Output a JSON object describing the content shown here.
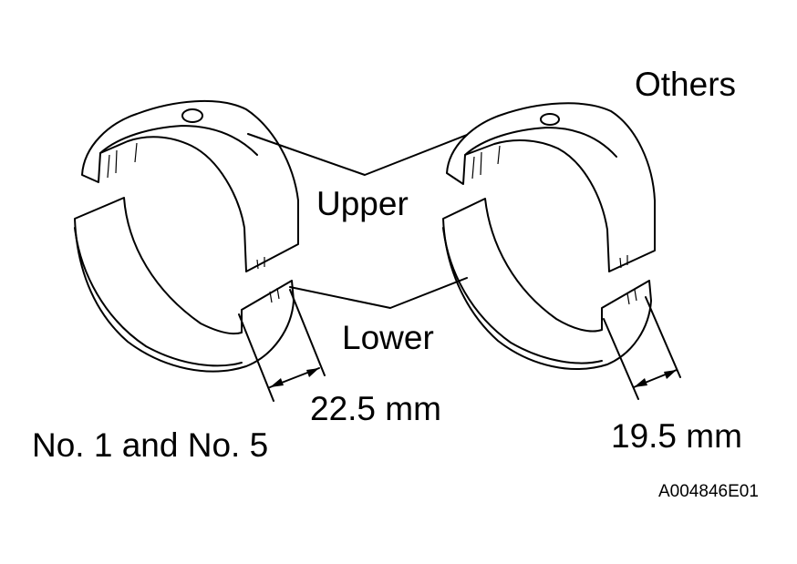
{
  "labels": {
    "others": "Others",
    "upper": "Upper",
    "lower": "Lower",
    "dim_left": "22.5 mm",
    "dim_right": "19.5 mm",
    "no1_no5": "No. 1 and No. 5",
    "figure_id": "A004846E01"
  }
}
